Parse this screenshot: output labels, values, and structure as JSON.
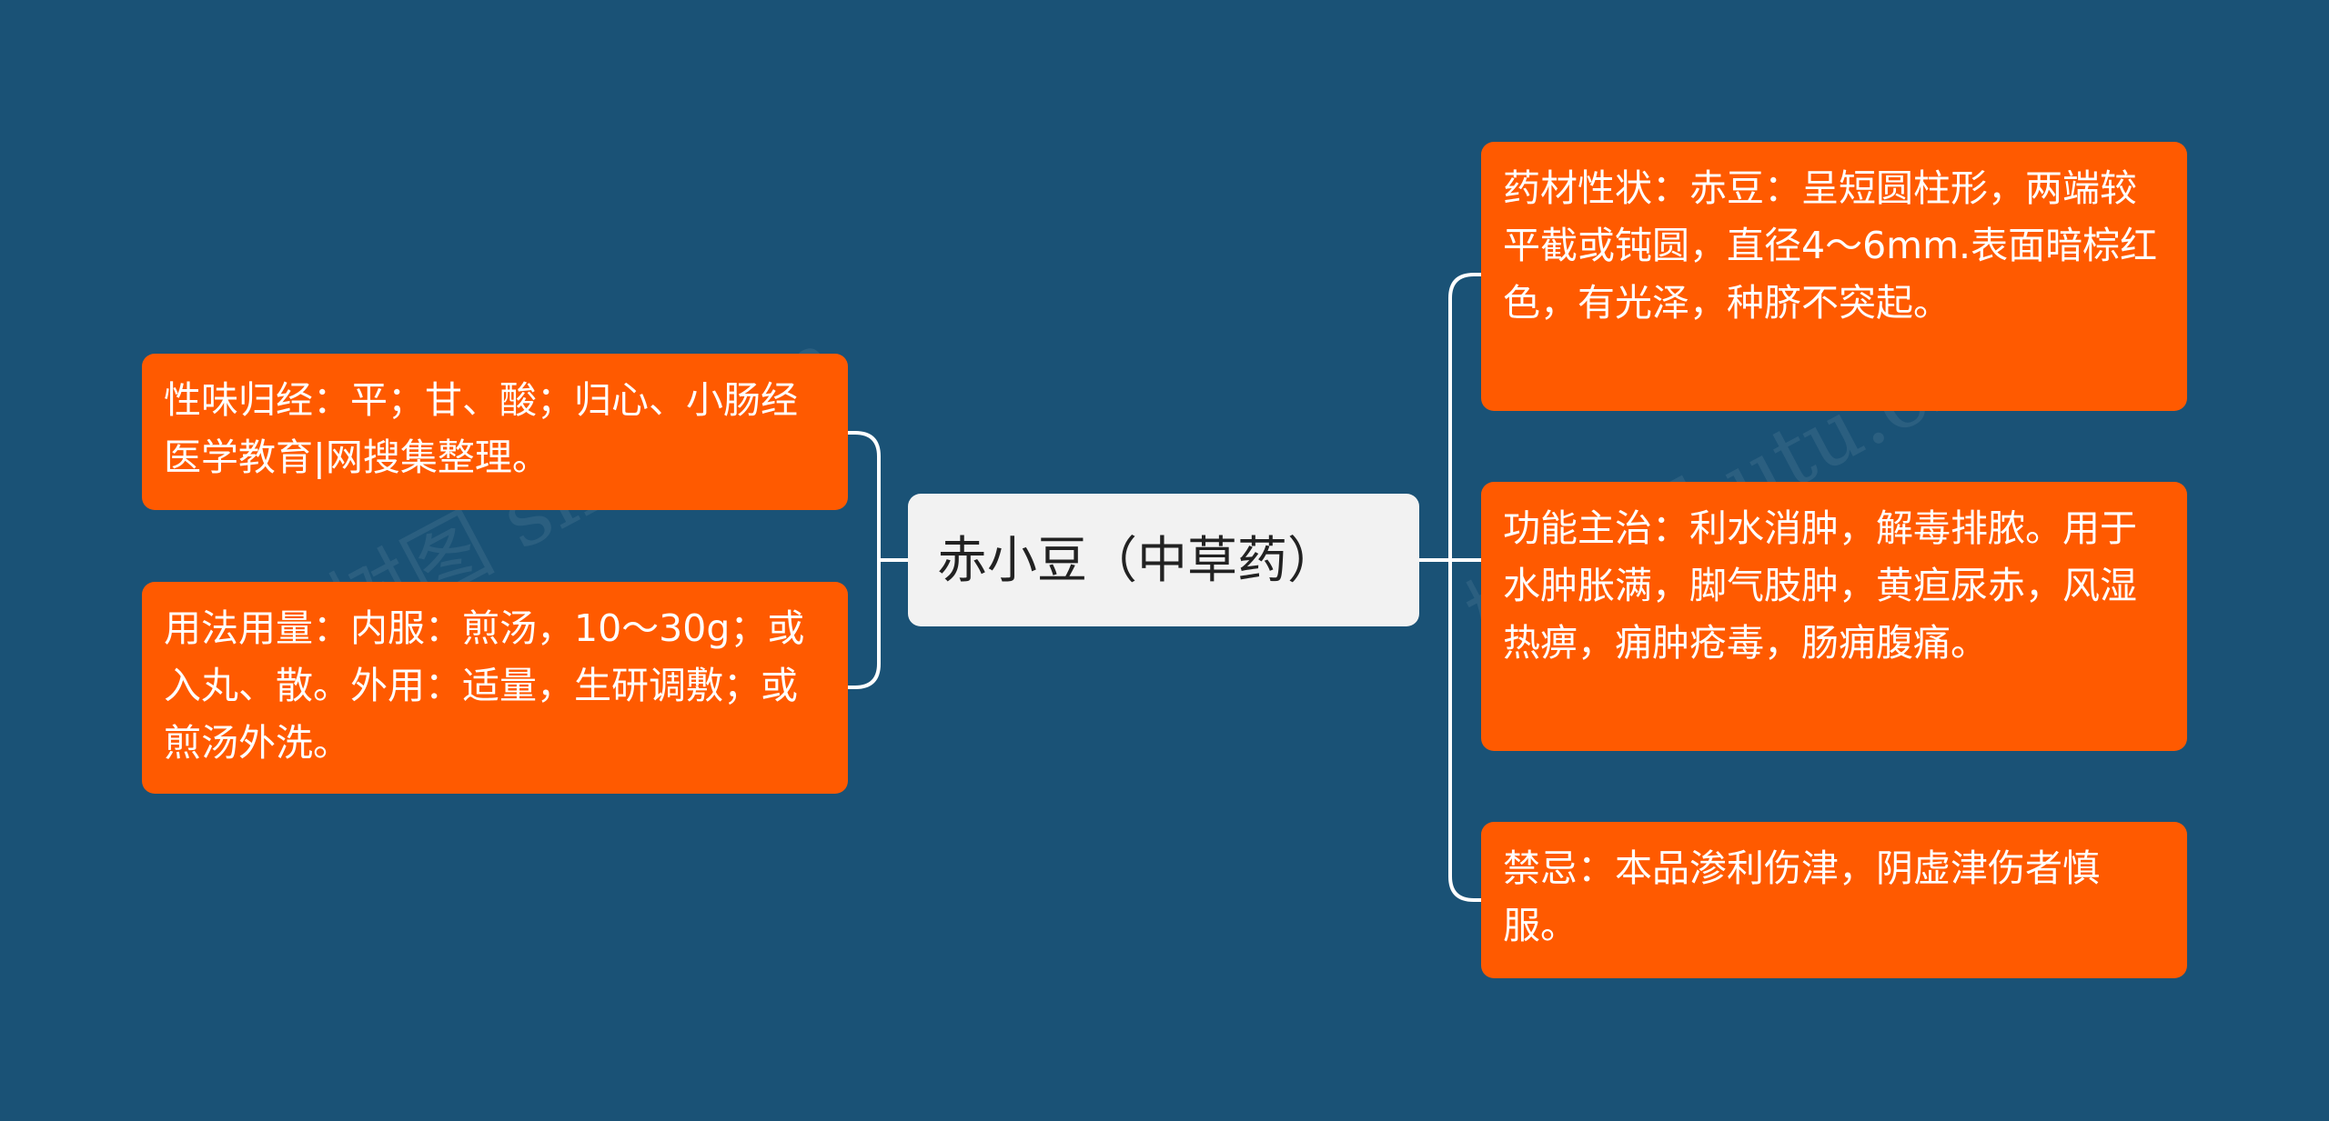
{
  "watermark": "树图 shutu.cn",
  "colors": {
    "background": "#1a5276",
    "leaf": "#ff5a00",
    "root": "#f2f2f2",
    "connector": "#ffffff"
  },
  "mindmap": {
    "root": "赤小豆（中草药）",
    "left": [
      "性味归经：平；甘、酸；归心、小肠经医学教育|网搜集整理。",
      "用法用量：内服：煎汤，10～30g；或入丸、散。外用：适量，生研调敷；或煎汤外洗。"
    ],
    "right": [
      "药材性状：赤豆：呈短圆柱形，两端较平截或钝圆，直径4～6mm.表面暗棕红色，有光泽，种脐不突起。",
      "功能主治：利水消肿，解毒排脓。用于水肿胀满，脚气肢肿，黄疸尿赤，风湿热痹，痈肿疮毒，肠痈腹痛。",
      "禁忌：本品渗利伤津，阴虚津伤者慎服。"
    ]
  }
}
